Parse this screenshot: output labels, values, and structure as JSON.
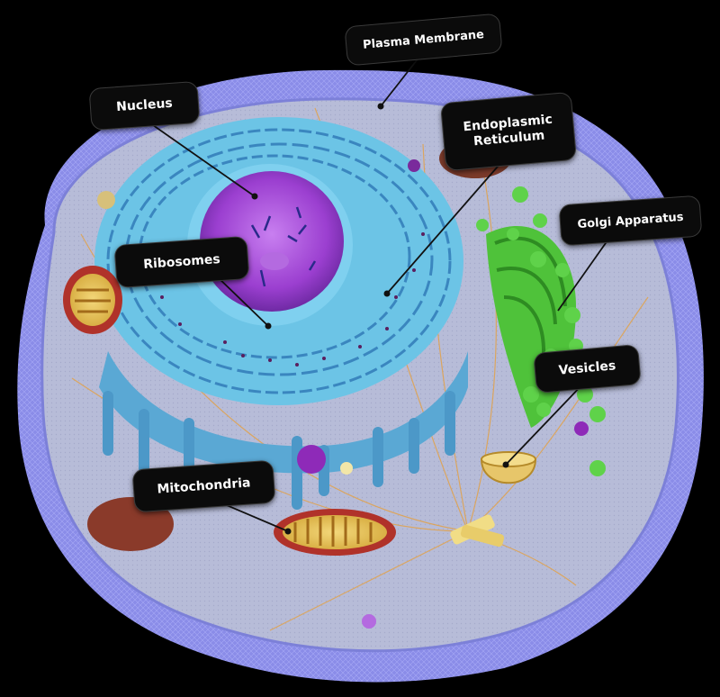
{
  "labels": {
    "plasma_membrane": "Plasma Membrane",
    "nucleus": "Nucleus",
    "endoplasmic_reticulum": "Endoplasmic\nReticulum",
    "ribosomes": "Ribosomes",
    "golgi_apparatus": "Golgi Apparatus",
    "vesicles": "Vesicles",
    "mitochondria": "Mitochondria"
  },
  "colors": {
    "background": "#000000",
    "membrane": "#8f8ff0",
    "cytoplasm": "#b3b9d6",
    "nucleus": "#9b3fd0",
    "er": "#5fb6de",
    "golgi": "#5fd24a",
    "mitochondria_outer": "#b0322a",
    "mitochondria_inner": "#e8c65a",
    "label_bg": "#0b0b0b",
    "label_text": "#ffffff"
  }
}
